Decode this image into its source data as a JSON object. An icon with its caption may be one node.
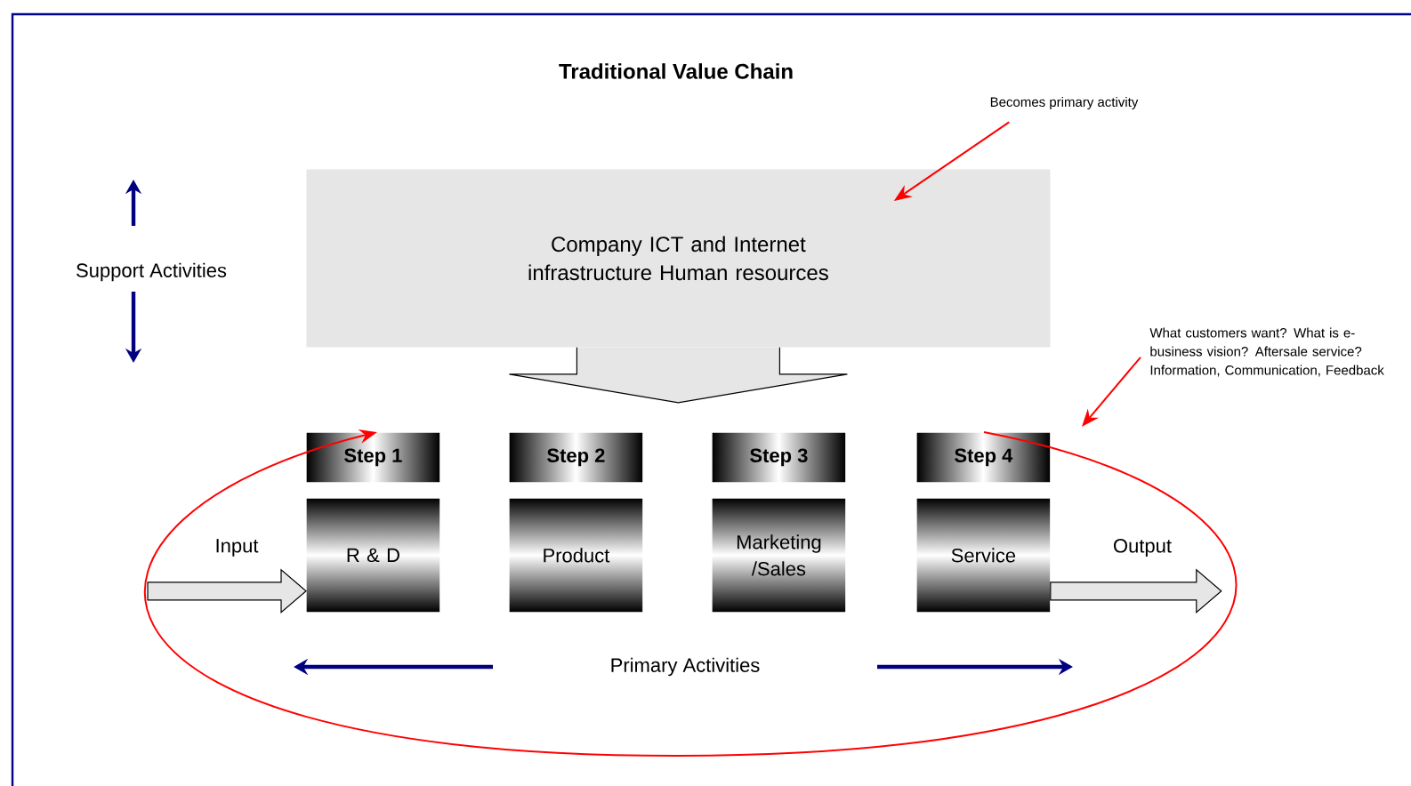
{
  "diagram": {
    "title": "Traditional Value Chain",
    "nodes": [
      {
        "text": [
          "Company ICT and Internet infrastructure Human resources"
        ]
      },
      {
        "text": [
          "Becomes primary activity"
        ]
      },
      {
        "text": [
          "Step 1"
        ]
      },
      {
        "text": [
          "R & D"
        ]
      },
      {
        "text": [
          "Step 2"
        ]
      },
      {
        "text": [
          "Product"
        ]
      },
      {
        "text": [
          "Step 3"
        ]
      },
      {
        "text": [
          "Marketing /Sales"
        ]
      },
      {
        "text": [
          "Step 4"
        ]
      },
      {
        "text": [
          "Service"
        ]
      },
      {
        "text": [
          "What customers want? What is e-business vision? Aftersale service? Information, Communication, Feedback"
        ]
      }
    ],
    "edges": [
      {
        "from": 1,
        "to": 0,
        "arrow": "to",
        "color": "#ff0000"
      },
      {
        "from": 10,
        "to": null,
        "arrow": "to",
        "color": "#ff0000"
      },
      {
        "from": 0,
        "to": null,
        "arrow": "to",
        "style": "thick"
      },
      {
        "from": null,
        "to": 3,
        "arrow": "to",
        "style": "thick",
        "label": "Input"
      },
      {
        "from": 9,
        "to": null,
        "arrow": "to",
        "style": "thick",
        "label": "Output"
      },
      {
        "from": 8,
        "to": 2,
        "arrow": "to",
        "color": "#ff0000"
      }
    ],
    "labels": [
      "Support Activities",
      "Primary Activities"
    ]
  }
}
